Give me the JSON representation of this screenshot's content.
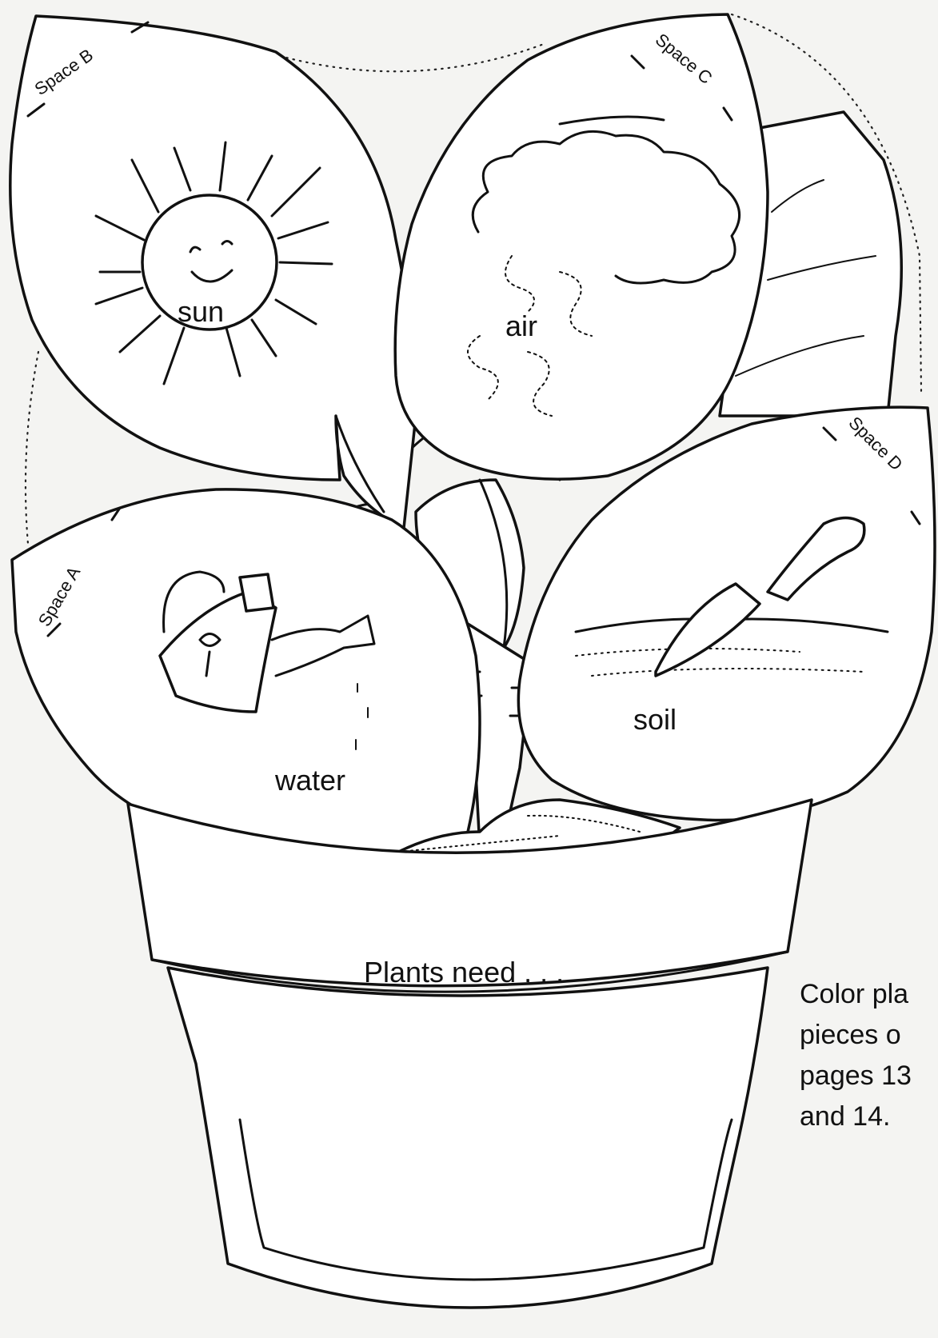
{
  "labels": {
    "space_a": "Space A",
    "space_b": "Space B",
    "space_c": "Space C",
    "space_d": "Space D",
    "sun": "sun",
    "air": "air",
    "water": "water",
    "soil": "soil",
    "pot_caption": "Plants need . . ."
  },
  "note": {
    "line1": "Color pla",
    "line2": "pieces o",
    "line3": "pages 13",
    "line4": "and 14."
  }
}
